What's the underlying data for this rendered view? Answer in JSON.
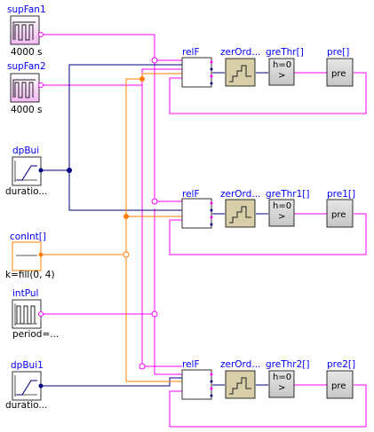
{
  "blocks": {
    "supFan1": {
      "name": "supFan1",
      "param": "4000 s"
    },
    "supFan2": {
      "name": "supFan2",
      "param": "4000 s"
    },
    "dpBui": {
      "name": "dpBui",
      "param": "duratio..."
    },
    "conInt": {
      "name": "conInt[]",
      "param": "k=fill(0, 4)"
    },
    "intPul": {
      "name": "intPul",
      "param": "period=..."
    },
    "dpBui1": {
      "name": "dpBui1",
      "param": "duratio..."
    },
    "row0": {
      "relF": "relF",
      "zerOrd": "zerOrd...",
      "greThr": "greThr[]",
      "greThr_param": "h=0",
      "greThr_symbol": ">",
      "pre": "pre[]",
      "pre_symbol": "pre"
    },
    "row1": {
      "relF": "relF",
      "zerOrd": "zerOrd...",
      "greThr": "greThr1[]",
      "greThr_param": "h=0",
      "greThr_symbol": ">",
      "pre": "pre1[]",
      "pre_symbol": "pre"
    },
    "row2": {
      "relF": "relF",
      "zerOrd": "zerOrd...",
      "greThr": "greThr2[]",
      "greThr_param": "h=0",
      "greThr_symbol": ">",
      "pre": "pre2[]",
      "pre_symbol": "pre"
    }
  },
  "colors": {
    "boolean": "#ff00ff",
    "real": "#000080",
    "integer": "#ff7f00",
    "label": "#0000ff",
    "zoh_fill": "#d8cfa8",
    "gray_fill": "#cfcfcf"
  }
}
